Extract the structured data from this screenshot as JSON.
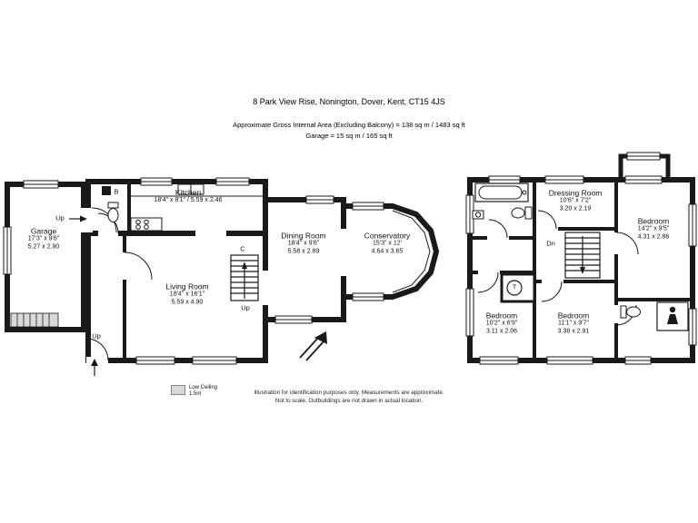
{
  "header": {
    "address": "8 Park View Rise, Nonington, Dover, Kent, CT15 4JS",
    "area_line": "Approximate Gross Internal Area (Excluding Balcony) = 138 sq m / 1483 sq ft",
    "garage_line": "Garage = 15 sq m / 165 sq ft"
  },
  "ground_floor": {
    "garage": {
      "name": "Garage",
      "imperial": "17'3\" x 9'6\"",
      "metric": "5.27 x 2.90"
    },
    "kitchen": {
      "name": "Kitchen",
      "dims": "18'4\" x 8'1\" / 5.59 x 2.46"
    },
    "living_room": {
      "name": "Living Room",
      "imperial": "18'4\" x 16'1\"",
      "metric": "5.59 x 4.90"
    },
    "dining_room": {
      "name": "Dining Room",
      "imperial": "18'4\" x 9'6\"",
      "metric": "5.58 x 2.89"
    },
    "conservatory": {
      "name": "Conservatory",
      "imperial": "15'3\" x 12'",
      "metric": "4.64 x 3.65"
    },
    "labels": {
      "up_garage": "Up",
      "up_hall": "Up",
      "up_stairs": "Up",
      "boiler": "B",
      "cupboard": "C"
    }
  },
  "first_floor": {
    "dressing_room": {
      "name": "Dressing Room",
      "imperial": "10'6\" x 7'2\"",
      "metric": "3.20 x 2.19"
    },
    "bedroom_right": {
      "name": "Bedroom",
      "imperial": "14'2\" x 9'5\"",
      "metric": "4.31 x 2.86"
    },
    "bedroom_bottom_left": {
      "name": "Bedroom",
      "imperial": "10'2\" x 6'9\"",
      "metric": "3.11 x 2.06"
    },
    "bedroom_bottom_middle": {
      "name": "Bedroom",
      "imperial": "11'1\" x 9'7\"",
      "metric": "3.38 x 2.91"
    },
    "labels": {
      "down_stairs": "Dn",
      "tank": "T"
    }
  },
  "legend": {
    "label": "Low Ceiling",
    "sublabel": "1.5m"
  },
  "footer": {
    "line1": "Illustration for identification purposes only. Measurements are approximate.",
    "line2": "Not to scale. Outbuildings are not drawn in actual location."
  },
  "colors": {
    "wall": "#1a1a1a",
    "low_ceiling_fill": "#d9d9d9"
  }
}
